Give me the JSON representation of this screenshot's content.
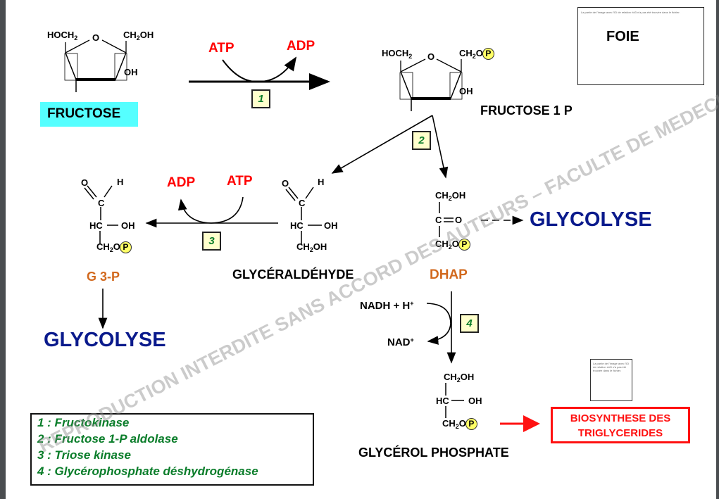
{
  "organ_label": "FOIE",
  "broken_image_text": "La partie de l'image avec l'ID de relation rId3 n'a pas été trouvée dans le fichier.",
  "watermark": "REPRODUCTION INTERDITE SANS ACCORD DES AUTEURS – FACULTE DE MEDECIN - UNS",
  "fructose": {
    "name": "FRUCTOSE",
    "left_group": "HOCH",
    "ring_o": "O",
    "right_group": "CH",
    "right_group_tail": "OH",
    "oh": "OH",
    "highlight_color": "#55ffff"
  },
  "step1": {
    "number": "1",
    "cofactor_in": "ATP",
    "cofactor_out": "ADP"
  },
  "fructose1p": {
    "name": "FRUCTOSE 1 P",
    "left_group": "HOCH",
    "ring_o": "O",
    "right_group": "CH",
    "right_group_tail": "O",
    "phosphate": "P",
    "oh": "OH"
  },
  "step2": {
    "number": "2"
  },
  "glyceraldehyde": {
    "name": "GLYCÉRALDÉHYDE",
    "o": "O",
    "h": "H",
    "c": "C",
    "hc": "HC",
    "oh": "OH",
    "ch2": "CH",
    "tail": "OH"
  },
  "step3": {
    "number": "3",
    "cofactor_in": "ATP",
    "cofactor_out": "ADP"
  },
  "g3p": {
    "name": "G 3-P",
    "o": "O",
    "h": "H",
    "c": "C",
    "hc": "HC",
    "oh": "OH",
    "ch2": "CH",
    "tail": "O",
    "phosphate": "P"
  },
  "glycolyse_left": "GLYCOLYSE",
  "dhap": {
    "name": "DHAP",
    "top": "CH",
    "top_tail": "OH",
    "mid": "C",
    "mid_o": "O",
    "bottom": "CH",
    "bottom_tail": "O",
    "phosphate": "P"
  },
  "glycolyse_right": "GLYCOLYSE",
  "step4": {
    "number": "4",
    "cofactor_in": "NADH + H",
    "cofactor_in_sup": "+",
    "cofactor_out": "NAD",
    "cofactor_out_sup": "+"
  },
  "glycerol_phosphate": {
    "name": "GLYCÉROL PHOSPHATE",
    "top": "CH",
    "top_tail": "OH",
    "hc": "HC",
    "oh": "OH",
    "bottom": "CH",
    "bottom_tail": "O",
    "phosphate": "P"
  },
  "biosynthesis": {
    "line1": "BIOSYNTHESE DES",
    "line2": "TRIGLYCERIDES"
  },
  "legend": [
    "1 :  Fructokinase",
    "2  : Fructose 1-P aldolase",
    "3  : Triose kinase",
    "4 :  Glycérophosphate déshydrogénase"
  ],
  "subscript_2": "2"
}
